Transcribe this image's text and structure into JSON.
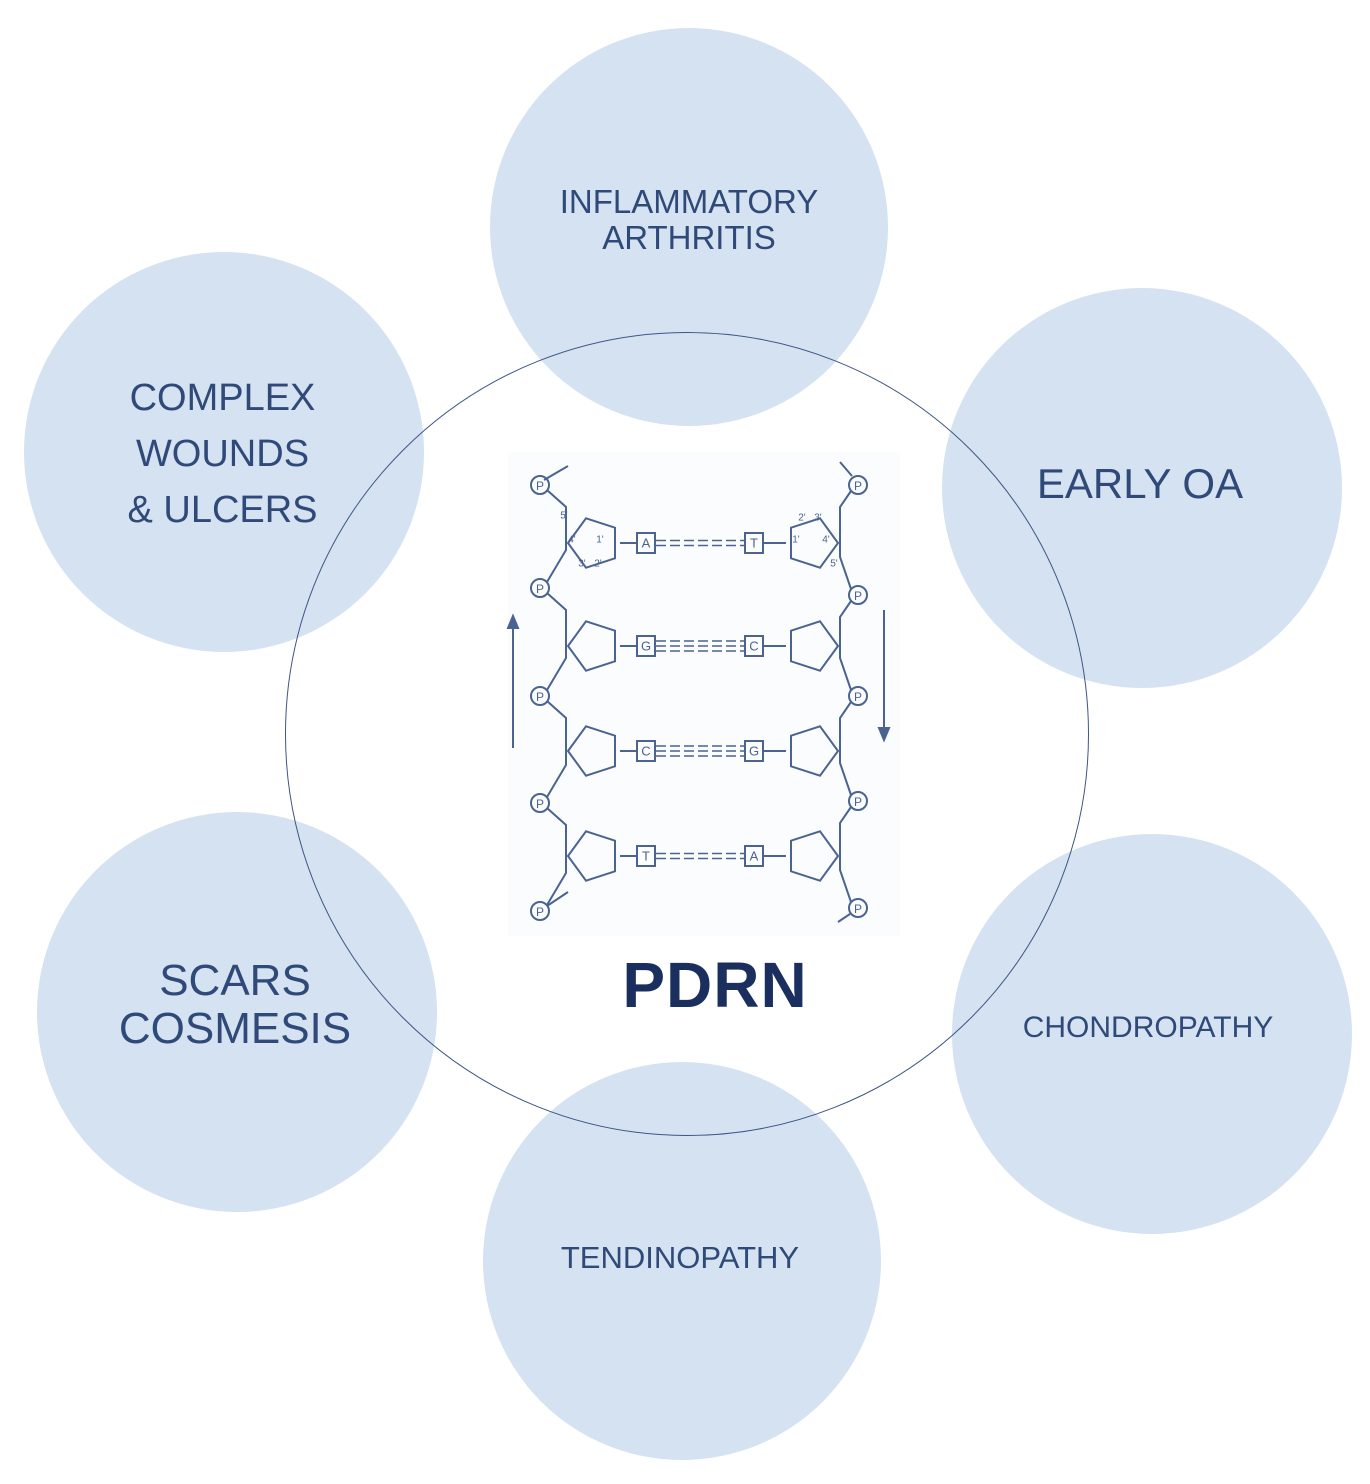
{
  "diagram": {
    "center": {
      "title": "PDRN"
    },
    "nodes": [
      {
        "id": "inflammatory-arthritis",
        "lines": [
          "INFLAMMATORY",
          "ARTHRITIS"
        ]
      },
      {
        "id": "early-oa",
        "lines": [
          "EARLY OA"
        ]
      },
      {
        "id": "chondropathy",
        "lines": [
          "CHONDROPATHY"
        ]
      },
      {
        "id": "tendinopathy",
        "lines": [
          "TENDINOPATHY"
        ]
      },
      {
        "id": "scars-cosmesis",
        "lines": [
          "SCARS",
          "COSMESIS"
        ]
      },
      {
        "id": "complex-wounds",
        "lines": [
          "COMPLEX",
          "WOUNDS",
          "& ULCERS"
        ]
      }
    ],
    "dna": {
      "phosphate_label": "P",
      "base_pairs": [
        [
          "A",
          "T"
        ],
        [
          "G",
          "C"
        ],
        [
          "C",
          "G"
        ],
        [
          "T",
          "A"
        ]
      ],
      "sugar_numbers_left": [
        "5'",
        "4'",
        "1'",
        "3'",
        "2'"
      ],
      "sugar_numbers_right": [
        "2'",
        "3'",
        "1'",
        "4'",
        "5'"
      ]
    },
    "colors": {
      "bubble_fill": "#c4d7ec",
      "label_text": "#2f4a78",
      "title_text": "#1b2f5e",
      "ring_stroke": "#3d5683",
      "dna_stroke": "#4a6390"
    }
  }
}
